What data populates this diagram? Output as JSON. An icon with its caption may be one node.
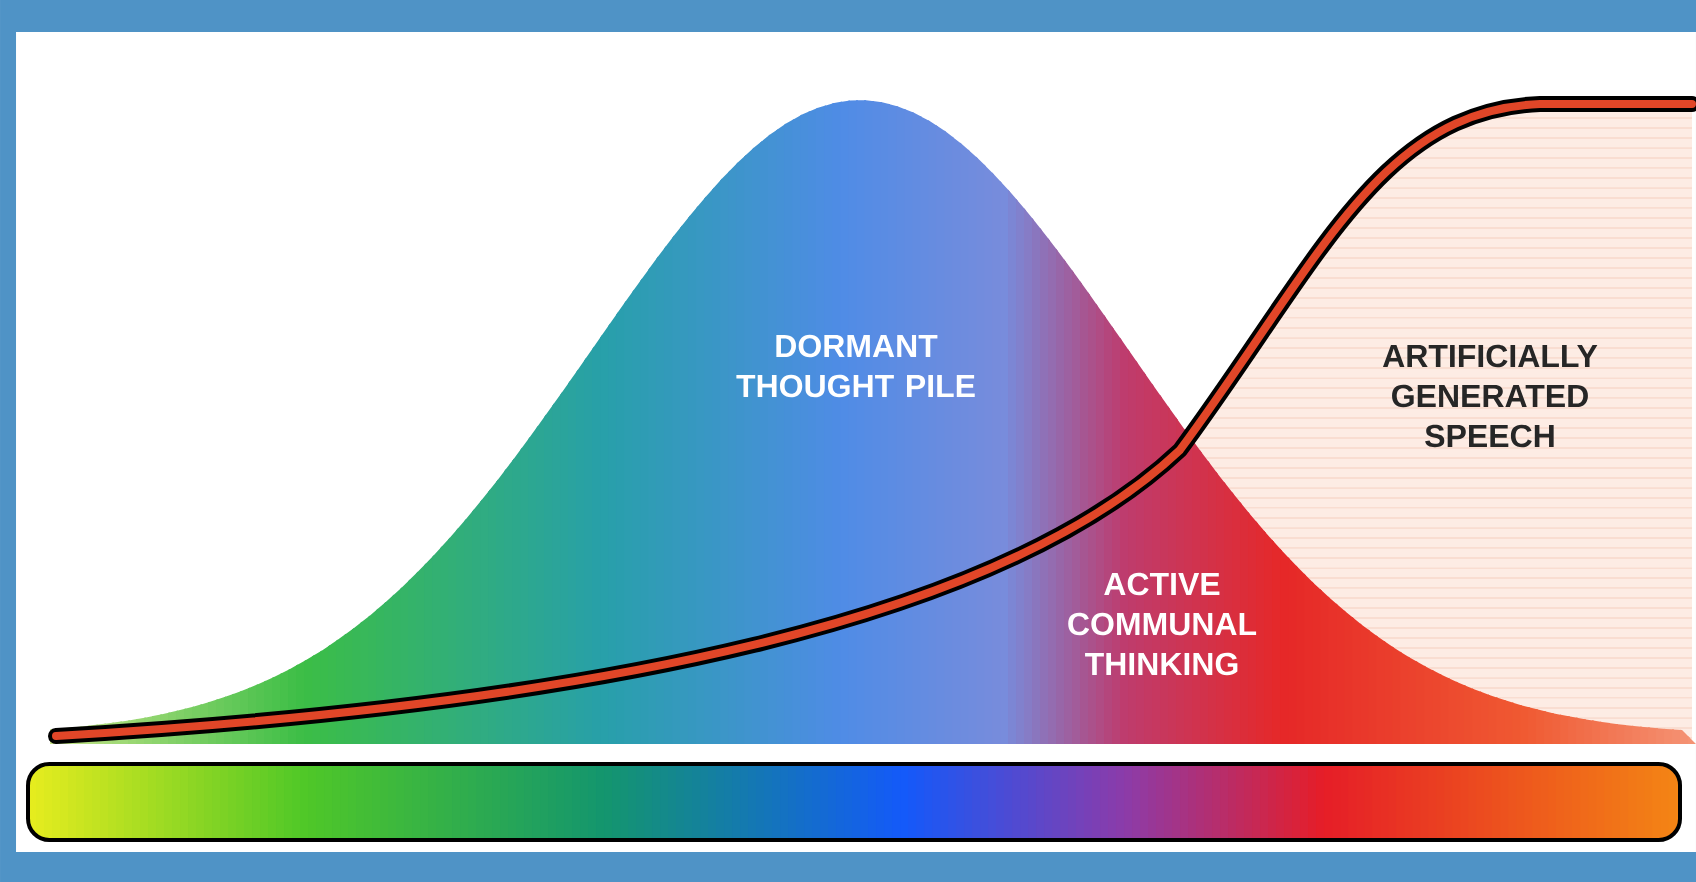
{
  "diagram": {
    "labels": [
      "DORMANT THOUGHT PILE",
      "ACTIVE COMMUNAL THINKING",
      "ARTIFICIALLY GENERATED SPEECH"
    ]
  }
}
